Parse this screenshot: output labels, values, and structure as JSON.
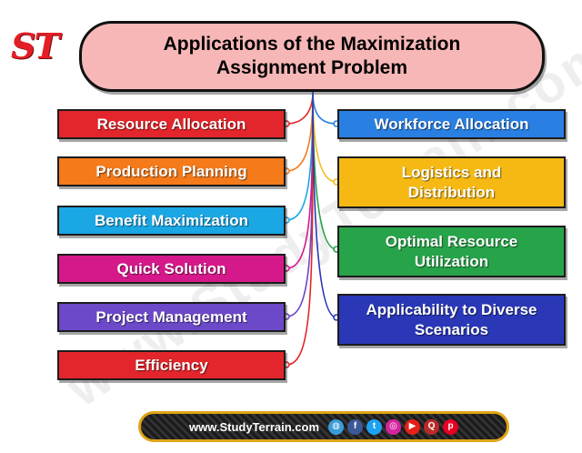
{
  "logo": {
    "text": "ST"
  },
  "title": {
    "line1": "Applications of the Maximization",
    "line2": "Assignment Problem"
  },
  "left_items": [
    {
      "label": "Resource Allocation",
      "color": "#e2262b"
    },
    {
      "label": "Production Planning",
      "color": "#f47a1a"
    },
    {
      "label": "Benefit Maximization",
      "color": "#1ba7e4"
    },
    {
      "label": "Quick Solution",
      "color": "#d6198a"
    },
    {
      "label": "Project Management",
      "color": "#6b49c8"
    },
    {
      "label": "Efficiency",
      "color": "#e2262b"
    }
  ],
  "right_items": [
    {
      "line1": "Workforce Allocation",
      "line2": "",
      "color": "#2a7fe2"
    },
    {
      "line1": "Logistics and",
      "line2": "Distribution",
      "color": "#f6b914"
    },
    {
      "line1": "Optimal Resource",
      "line2": "Utilization",
      "color": "#27a349"
    },
    {
      "line1": "Applicability to Diverse",
      "line2": "Scenarios",
      "color": "#2a38b8"
    }
  ],
  "watermark": "www.StudyTerrain.com",
  "footer": {
    "url": "www.StudyTerrain.com",
    "icons": [
      {
        "name": "globe-icon",
        "glyph": "◍",
        "color": "#3a9bd8"
      },
      {
        "name": "facebook-icon",
        "glyph": "f",
        "color": "#3b5998"
      },
      {
        "name": "twitter-icon",
        "glyph": "t",
        "color": "#1da1f2"
      },
      {
        "name": "instagram-icon",
        "glyph": "◎",
        "color": "#d6249f"
      },
      {
        "name": "youtube-icon",
        "glyph": "▶",
        "color": "#e62117"
      },
      {
        "name": "quora-icon",
        "glyph": "Q",
        "color": "#b92b27"
      },
      {
        "name": "pinterest-icon",
        "glyph": "p",
        "color": "#e60023"
      }
    ]
  }
}
